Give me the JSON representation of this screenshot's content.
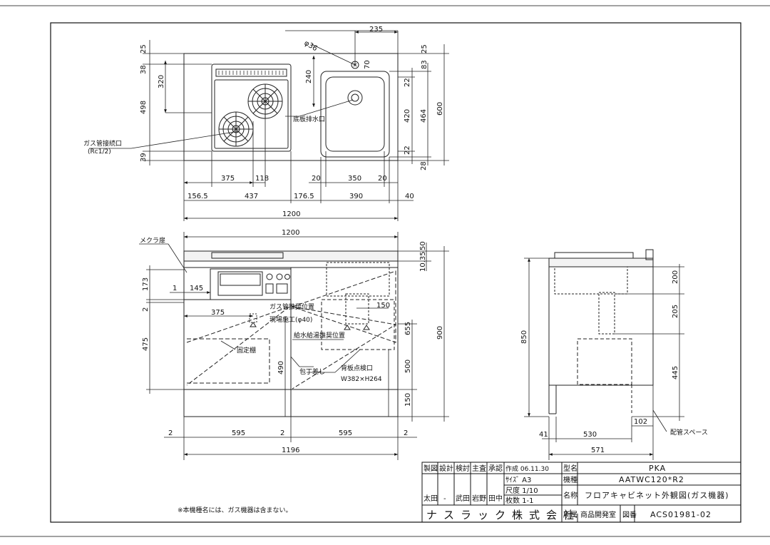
{
  "colors": {
    "line": "#222222",
    "dash": "#333333",
    "fill_grey": "#d9d9d9",
    "accent": "#111111"
  },
  "top_view": {
    "dims": {
      "d235": "235",
      "phi36": "φ36",
      "d70": "70",
      "d25a": "25",
      "d25b": "25",
      "d38": "38",
      "d320": "320",
      "d498": "498",
      "d39": "39",
      "d240": "240",
      "d83": "83",
      "d22a": "22",
      "d22b": "22",
      "d420": "420",
      "d464": "464",
      "d600": "600",
      "d28": "28",
      "d375": "375",
      "d118": "118",
      "d20a": "20",
      "d350": "350",
      "d20b": "20",
      "d156": "156.5",
      "d437": "437",
      "d176": "176.5",
      "d390": "390",
      "d40": "40",
      "d1200": "1200"
    },
    "labels": {
      "gas_conn": "ガス管接続口",
      "gas_conn_size": "(Rc1/2)",
      "drain": "底板排水口"
    }
  },
  "front_view": {
    "dims": {
      "d1200": "1200",
      "d50": "50",
      "d10": "10.35",
      "d173": "173",
      "d1": "1",
      "d145": "145",
      "d2": "2",
      "d375": "375",
      "d475": "475",
      "d150a": "150",
      "d655": "655",
      "d900": "900",
      "d490": "490",
      "d500": "500",
      "d150b": "150",
      "d2a": "2",
      "d595a": "595",
      "d2b": "2",
      "d595b": "595",
      "d2c": "2",
      "d1196": "1196"
    },
    "labels": {
      "blind_door": "メクラ扉",
      "gas_pipe_pos": "ガス管推奨位置",
      "field_work": "現場施工(φ40)",
      "water_pos": "給水給湯推奨位置",
      "fixed_shelf": "固定棚",
      "knife_holder": "包丁差し",
      "back_inspection": "背板点検口",
      "back_inspection_size": "W382×H264"
    }
  },
  "side_view": {
    "dims": {
      "d200": "200",
      "d205": "205",
      "d850": "850",
      "d445": "445",
      "d102": "102",
      "d41": "41",
      "d530": "530",
      "d571": "571"
    },
    "labels": {
      "pipe_space": "配管スペース"
    }
  },
  "note": "※本機種名には、ガス機器は含まない。",
  "title_block": {
    "headers": [
      "製図",
      "設計",
      "検討",
      "主査",
      "承認"
    ],
    "names": [
      "太田",
      "-",
      "武田",
      "岩野",
      "田中"
    ],
    "created": "作成 06.11.30",
    "size": "ｻｲｽﾞ  A3",
    "scale": "尺度 1/10",
    "sheets": "枚数  1-1",
    "model_label": "型名",
    "model_value": "PKA",
    "kishu_label": "機種",
    "kishu_value": "AATWC120*R2",
    "name_label": "名称",
    "name_value": "フロアキャビネット外観図(ガス機器)",
    "company": "ナスラック株式会社",
    "dept_label": "所属",
    "dept_value": "商品開発室",
    "drawing_label": "図番",
    "drawing_value": "ACS01981-02"
  }
}
